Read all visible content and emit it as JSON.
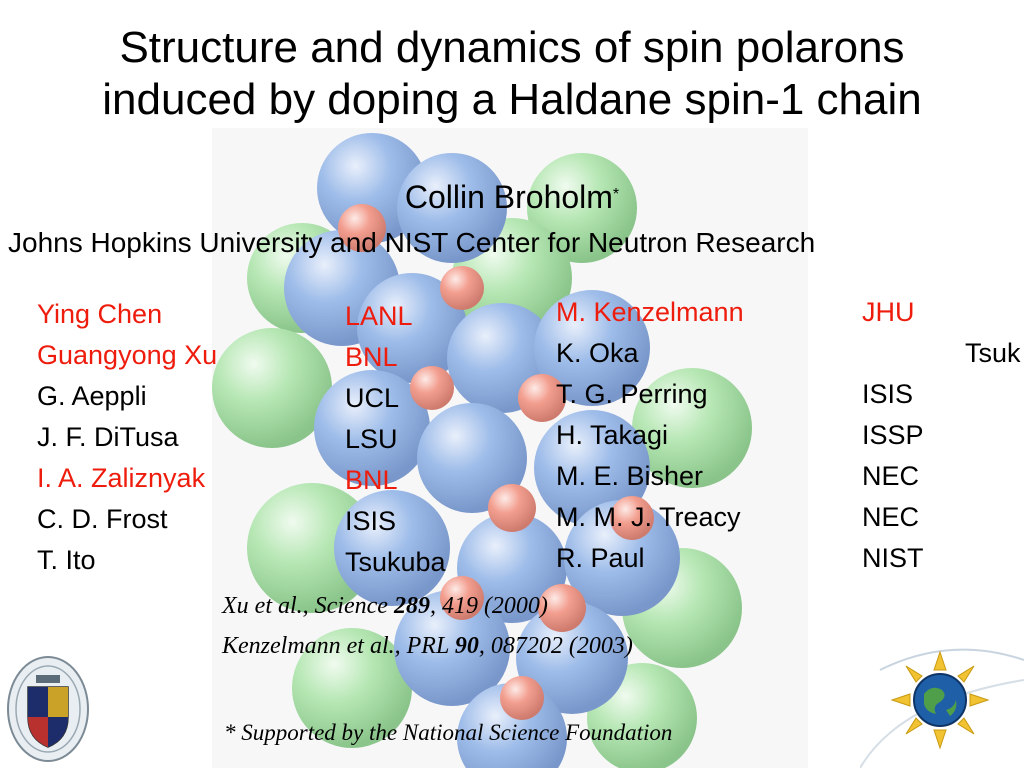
{
  "slide": {
    "title_line1": "Structure and dynamics of spin polarons",
    "title_line2": "induced by doping a Haldane spin-1 chain",
    "author": "Collin Broholm",
    "author_mark": "*",
    "affiliation": "Johns Hopkins University and NIST Center for Neutron Research"
  },
  "collaborators_left": [
    {
      "name": "Ying Chen",
      "inst": "LANL",
      "highlight": true
    },
    {
      "name": "Guangyong Xu",
      "inst": "BNL",
      "highlight": true
    },
    {
      "name": "G. Aeppli",
      "inst": "UCL",
      "highlight": false
    },
    {
      "name": "J. F. DiTusa",
      "inst": "LSU",
      "highlight": false
    },
    {
      "name": "I. A. Zaliznyak",
      "inst": "BNL",
      "highlight": true
    },
    {
      "name": "C. D. Frost",
      "inst": "ISIS",
      "highlight": false
    },
    {
      "name": "T. Ito",
      "inst": "Tsukuba",
      "highlight": false
    }
  ],
  "collaborators_right": [
    {
      "name": "M. Kenzelmann",
      "inst": "JHU",
      "highlight": true
    },
    {
      "name": "K. Oka",
      "inst": "",
      "highlight": false
    },
    {
      "name": "T. G. Perring",
      "inst": "ISIS",
      "highlight": false
    },
    {
      "name": "H. Takagi",
      "inst": "ISSP",
      "highlight": false
    },
    {
      "name": "M. E. Bisher",
      "inst": "NEC",
      "highlight": false
    },
    {
      "name": "M. M. J. Treacy",
      "inst": "NEC",
      "highlight": false
    },
    {
      "name": "R. Paul",
      "inst": "NIST",
      "highlight": false
    }
  ],
  "overflow_inst": "Tsuk",
  "references": {
    "ref1_pre": "Xu et al., Science ",
    "ref1_vol": "289",
    "ref1_post": ", 419 (2000)",
    "ref2_pre": "Kenzelmann et al., PRL ",
    "ref2_vol": "90",
    "ref2_post": ", 087202 (2003)"
  },
  "footnote": "* Supported by the National Science Foundation",
  "colors": {
    "highlight": "#ee1c0c",
    "sphere_blue": "#5b8ed6",
    "sphere_red": "#e8503a",
    "sphere_green": "#7ccf7a"
  },
  "icons": [
    "jhu-seal-icon",
    "nsf-logo-icon"
  ]
}
